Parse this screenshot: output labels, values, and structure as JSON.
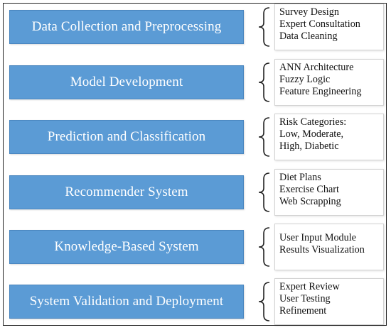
{
  "stages": [
    {
      "title": "Data Collection and Preprocessing",
      "details": [
        "Survey Design",
        "Expert Consultation",
        "Data Cleaning"
      ]
    },
    {
      "title": "Model Development",
      "details": [
        "ANN Architecture",
        "Fuzzy Logic",
        "Feature Engineering"
      ]
    },
    {
      "title": "Prediction and Classification",
      "details": [
        "Risk Categories:",
        "Low, Moderate,",
        "High, Diabetic"
      ]
    },
    {
      "title": "Recommender System",
      "details": [
        "Diet Plans",
        "Exercise Chart",
        "Web Scrapping"
      ]
    },
    {
      "title": "Knowledge-Based System",
      "details": [
        "User Input Module",
        "Results Visualization"
      ]
    },
    {
      "title": "System Validation and Deployment",
      "details": [
        "Expert Review",
        "User Testing",
        "Refinement"
      ]
    }
  ],
  "colors": {
    "stage_fill": "#5b9bd5",
    "stage_text": "#ffffff",
    "brace": "#222222"
  }
}
